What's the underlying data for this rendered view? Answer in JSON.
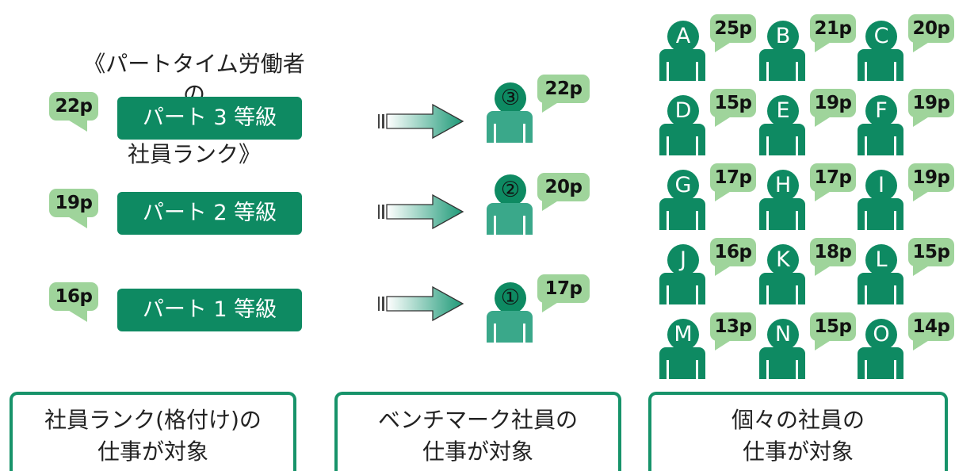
{
  "left": {
    "title_line1": "《パートタイム労働者の",
    "title_line2": "社員ランク》",
    "grades": [
      {
        "label": "パート 3 等級",
        "points": "22p"
      },
      {
        "label": "パート 2 等級",
        "points": "19p"
      },
      {
        "label": "パート 1 等級",
        "points": "16p"
      }
    ]
  },
  "benchmark": [
    {
      "mark": "③",
      "points": "22p"
    },
    {
      "mark": "②",
      "points": "20p"
    },
    {
      "mark": "①",
      "points": "17p"
    }
  ],
  "individuals": [
    {
      "letter": "A",
      "points": "25p"
    },
    {
      "letter": "B",
      "points": "21p"
    },
    {
      "letter": "C",
      "points": "20p"
    },
    {
      "letter": "D",
      "points": "15p"
    },
    {
      "letter": "E",
      "points": "19p"
    },
    {
      "letter": "F",
      "points": "19p"
    },
    {
      "letter": "G",
      "points": "17p"
    },
    {
      "letter": "H",
      "points": "17p"
    },
    {
      "letter": "I",
      "points": "19p"
    },
    {
      "letter": "J",
      "points": "16p"
    },
    {
      "letter": "K",
      "points": "18p"
    },
    {
      "letter": "L",
      "points": "15p"
    },
    {
      "letter": "M",
      "points": "13p"
    },
    {
      "letter": "N",
      "points": "15p"
    },
    {
      "letter": "O",
      "points": "14p"
    }
  ],
  "bottom": [
    {
      "line1": "社員ランク(格付け)の",
      "line2": "仕事が対象"
    },
    {
      "line1": "ベンチマーク社員の",
      "line2": "仕事が対象"
    },
    {
      "line1": "個々の社員の",
      "line2": "仕事が対象"
    }
  ],
  "colors": {
    "dark_green": "#0e8a62",
    "mid_green": "#3aa88a",
    "light_green": "#9fd49b",
    "border_green": "#17936a"
  }
}
